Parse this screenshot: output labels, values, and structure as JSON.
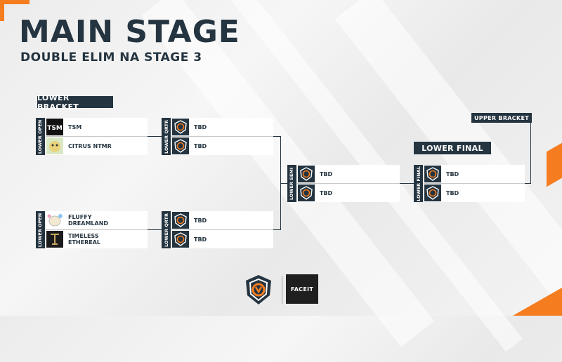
{
  "header": {
    "title": "MAIN STAGE",
    "subtitle": "DOUBLE ELIM NA STAGE 3"
  },
  "labels": {
    "lower_bracket": "LOWER BRACKET",
    "upper_bracket": "UPPER BRACKET",
    "lower_final": "LOWER FINAL"
  },
  "matches": {
    "open1": {
      "round": "LOWER OPEN",
      "team1": "TSM",
      "team2": "CITRUS NTMR"
    },
    "open2": {
      "round": "LOWER OPEN",
      "team1": "FLUFFY\nDREAMLAND",
      "team2": "TIMELESS\nETHEREAL"
    },
    "qrtr1": {
      "round": "LOWER QRTR",
      "team1": "TBD",
      "team2": "TBD"
    },
    "qrtr2": {
      "round": "LOWER QRTR",
      "team1": "TBD",
      "team2": "TBD"
    },
    "semi": {
      "round": "LOWER SEMI",
      "team1": "TBD",
      "team2": "TBD"
    },
    "final": {
      "round": "LOWER FINAL",
      "team1": "TBD",
      "team2": "TBD"
    }
  },
  "sponsors": {
    "faceit": "FACEIT"
  },
  "colors": {
    "navy": "#243440",
    "orange": "#f57c1f"
  },
  "icons": [
    "overwatch-contenders-logo",
    "tsm-logo",
    "citrus-ntmr-logo",
    "fluffy-dreamland-logo",
    "timeless-ethereal-logo",
    "faceit-logo"
  ]
}
